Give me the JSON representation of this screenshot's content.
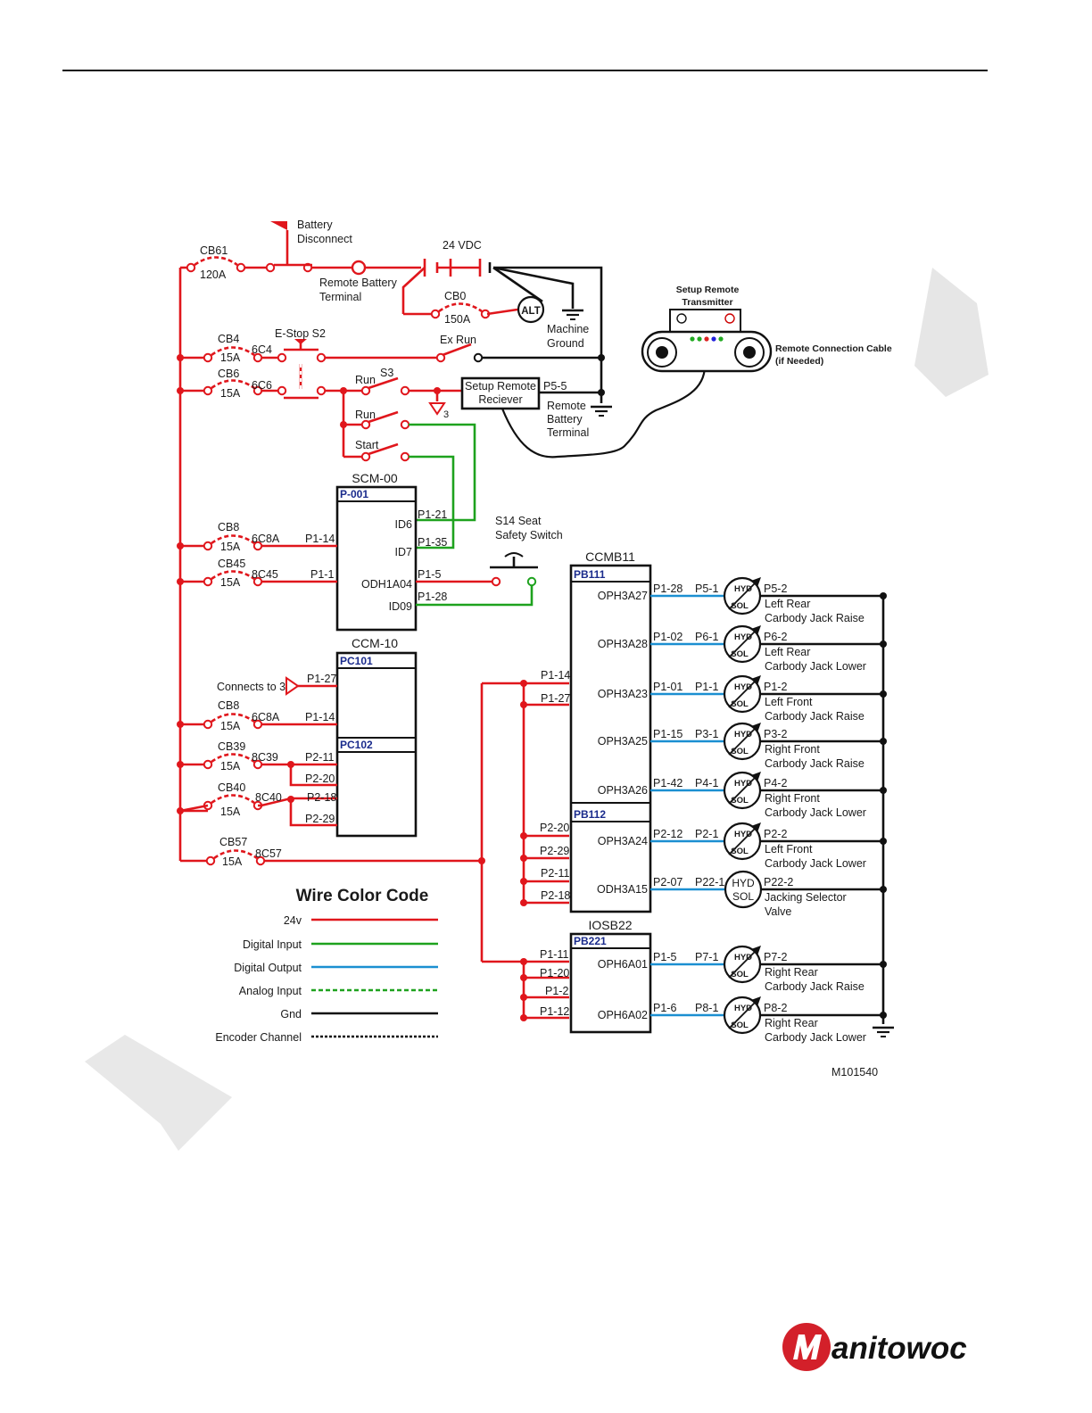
{
  "figure_id": "M101540",
  "logo_text": "Manitowoc",
  "colors": {
    "power_24v": "#e0161c",
    "digital_input": "#1ea21e",
    "digital_output": "#1b8fd1",
    "ground": "#111111",
    "logo_red": "#d3202a"
  },
  "power_section": {
    "battery_disconnect": "Battery\nDisconnect",
    "cb61": "CB61",
    "cb61_rating": "120A",
    "remote_battery_terminal_top": "Remote Battery\nTerminal",
    "battery_voltage": "24 VDC",
    "cb0": "CB0",
    "cb0_rating": "150A",
    "alternator": "ALT",
    "machine_ground": "Machine\nGround",
    "cb4": "CB4",
    "cb4_rating": "15A",
    "cb4_wire": "6C4",
    "estop": "E-Stop S2",
    "ex_run": "Ex Run",
    "cb6": "CB6",
    "cb6_rating": "15A",
    "cb6_wire": "6C6",
    "run_label": "Run",
    "s3": "S3",
    "run2_label": "Run",
    "start_label": "Start",
    "gnd3": "3",
    "setup_receiver": "Setup Remote\nReciever",
    "p5_5": "P5-5",
    "remote_battery_terminal": "Remote\nBattery\nTerminal",
    "transmitter": "Setup Remote\nTransmitter",
    "remote_cable": "Remote Connection Cable\n(if Needed)"
  },
  "scm": {
    "title": "SCM-00",
    "header": "P-001",
    "ports": [
      "ID6",
      "ID7",
      "ODH1A04",
      "ID09"
    ],
    "pins": [
      "P1-21",
      "P1-35",
      "P1-5",
      "P1-28"
    ],
    "cb8": "CB8",
    "cb8_rating": "15A",
    "cb8_wire": "6C8A",
    "cb8_pin": "P1-14",
    "cb45": "CB45",
    "cb45_rating": "15A",
    "cb45_wire": "8C45",
    "cb45_pin": "P1-1",
    "seat_switch": "S14 Seat\nSafety Switch"
  },
  "ccm": {
    "title": "CCM-10",
    "header1": "PC101",
    "header2": "PC102",
    "connects_to": "Connects to 3",
    "p1_27": "P1-27",
    "cb8": "CB8",
    "cb8_rating": "15A",
    "cb8_wire": "6C8A",
    "cb8_pin": "P1-14",
    "cb39": "CB39",
    "cb39_rating": "15A",
    "cb39_wire": "8C39",
    "cb39_pins": [
      "P2-11",
      "P2-20"
    ],
    "cb40": "CB40",
    "cb40_rating": "15A",
    "cb40_wire": "8C40",
    "cb40_pins": [
      "P2-18",
      "P2-29"
    ],
    "cb57": "CB57",
    "cb57_rating": "15A",
    "cb57_wire": "8C57"
  },
  "ccmb": {
    "title": "CCMB11",
    "header1": "PB111",
    "header2": "PB112",
    "left_pins": [
      "P1-14",
      "P1-27",
      "P2-20",
      "P2-29",
      "P2-11",
      "P2-18"
    ]
  },
  "iosb": {
    "title": "IOSB22",
    "header": "PB221",
    "left_pins": [
      "P1-11",
      "P1-20",
      "P1-2",
      "P1-12"
    ]
  },
  "outputs": [
    {
      "port": "OPH3A27",
      "pin": "P1-28",
      "plug": "P5-1",
      "plug2": "P5-2",
      "name": "Left Rear\nCarbody Jack Raise"
    },
    {
      "port": "OPH3A28",
      "pin": "P1-02",
      "plug": "P6-1",
      "plug2": "P6-2",
      "name": "Left Rear\nCarbody Jack Lower"
    },
    {
      "port": "OPH3A23",
      "pin": "P1-01",
      "plug": "P1-1",
      "plug2": "P1-2",
      "name": "Left Front\nCarbody Jack Raise"
    },
    {
      "port": "OPH3A25",
      "pin": "P1-15",
      "plug": "P3-1",
      "plug2": "P3-2",
      "name": "Right Front\nCarbody Jack Raise"
    },
    {
      "port": "OPH3A26",
      "pin": "P1-42",
      "plug": "P4-1",
      "plug2": "P4-2",
      "name": "Right Front\nCarbody Jack Lower"
    },
    {
      "port": "OPH3A24",
      "pin": "P2-12",
      "plug": "P2-1",
      "plug2": "P2-2",
      "name": "Left Front\nCarbody Jack Lower"
    },
    {
      "port": "ODH3A15",
      "pin": "P2-07",
      "plug": "P22-1",
      "plug2": "P22-2",
      "name": "Jacking Selector\nValve"
    },
    {
      "port": "OPH6A01",
      "pin": "P1-5",
      "plug": "P7-1",
      "plug2": "P7-2",
      "name": "Right Rear\nCarbody Jack Raise"
    },
    {
      "port": "OPH6A02",
      "pin": "P1-6",
      "plug": "P8-1",
      "plug2": "P8-2",
      "name": "Right Rear\nCarbody Jack Lower"
    }
  ],
  "hyd": "HYD",
  "sol": "SOL",
  "legend": {
    "title": "Wire Color Code",
    "items": [
      "24v",
      "Digital Input",
      "Digital Output",
      "Analog Input",
      "Gnd",
      "Encoder Channel"
    ]
  }
}
